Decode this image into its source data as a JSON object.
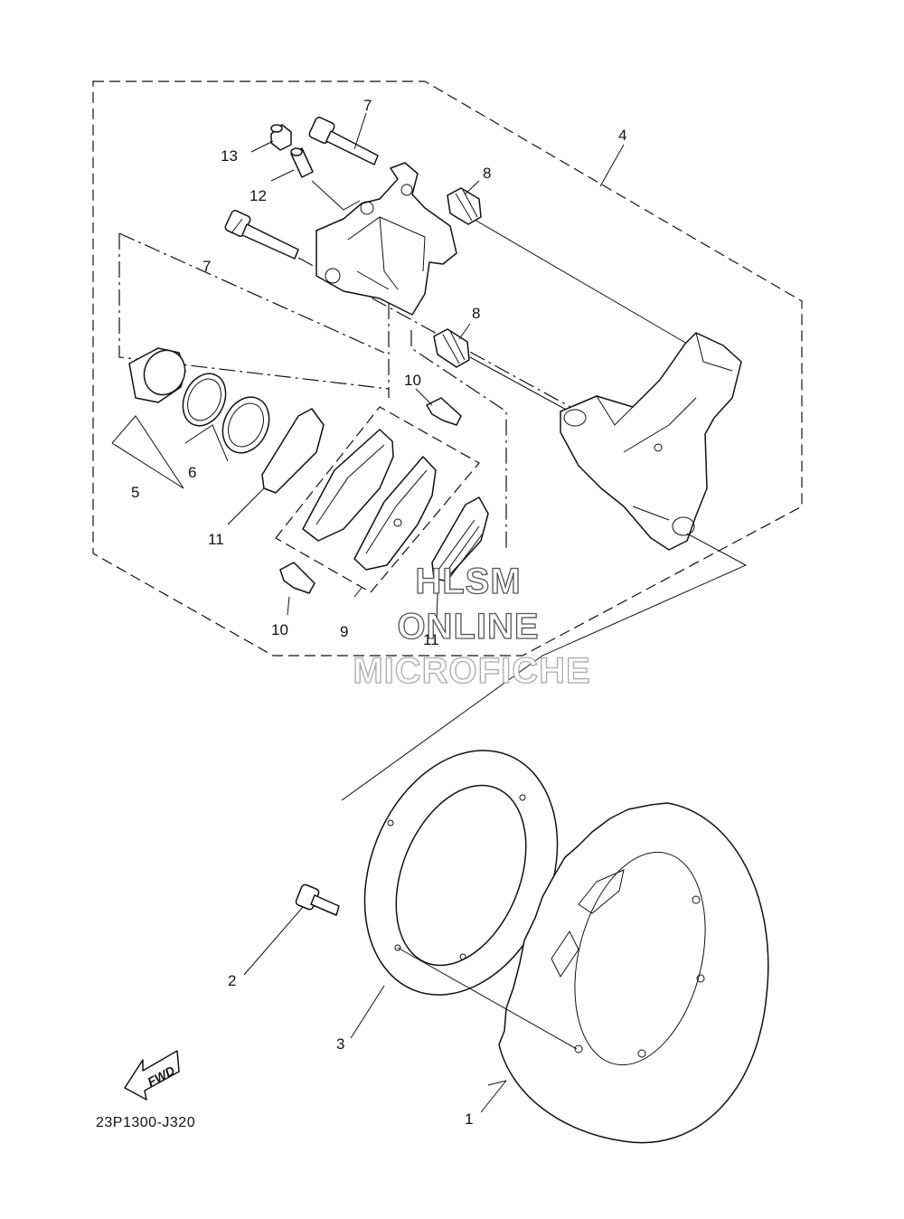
{
  "diagram": {
    "drawing_code": "23P1300-J320",
    "fwd_label": "FWD",
    "watermark": [
      "HLSM",
      "ONLINE",
      "MICROFICHE"
    ],
    "callouts": [
      {
        "id": "c1",
        "label": "1"
      },
      {
        "id": "c2",
        "label": "2"
      },
      {
        "id": "c3",
        "label": "3"
      },
      {
        "id": "c4",
        "label": "4"
      },
      {
        "id": "c5",
        "label": "5"
      },
      {
        "id": "c6",
        "label": "6"
      },
      {
        "id": "c7a",
        "label": "7"
      },
      {
        "id": "c7b",
        "label": "7"
      },
      {
        "id": "c8a",
        "label": "8"
      },
      {
        "id": "c8b",
        "label": "8"
      },
      {
        "id": "c9",
        "label": "9"
      },
      {
        "id": "c10a",
        "label": "10"
      },
      {
        "id": "c10b",
        "label": "10"
      },
      {
        "id": "c11a",
        "label": "11"
      },
      {
        "id": "c11b",
        "label": "11"
      },
      {
        "id": "c12",
        "label": "12"
      },
      {
        "id": "c13",
        "label": "13"
      }
    ]
  }
}
